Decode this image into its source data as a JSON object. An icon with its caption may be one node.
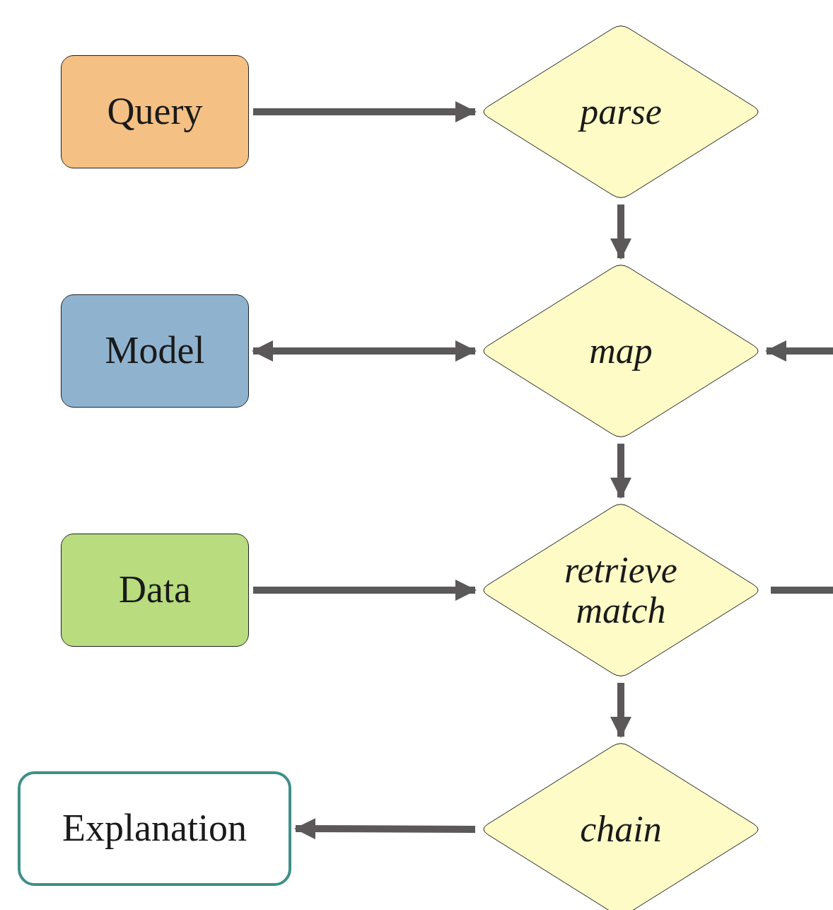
{
  "diagram": {
    "nodes": [
      {
        "text": [
          "Query"
        ]
      },
      {
        "text": [
          "parse"
        ]
      },
      {
        "text": [
          "Model"
        ]
      },
      {
        "text": [
          "map"
        ]
      },
      {
        "text": [
          "Data"
        ]
      },
      {
        "text": [
          "retrieve match"
        ]
      },
      {
        "text": [
          "Explanation"
        ]
      },
      {
        "text": [
          "chain"
        ]
      }
    ],
    "edges": [
      {
        "from": 0,
        "to": 1,
        "arrow": "to"
      },
      {
        "from": 1,
        "to": 3,
        "arrow": "to"
      },
      {
        "from": 2,
        "to": 3,
        "arrow": "both"
      },
      {
        "from": null,
        "to": 3,
        "arrow": "to"
      },
      {
        "from": 3,
        "to": 5,
        "arrow": "to"
      },
      {
        "from": 4,
        "to": 5,
        "arrow": "to"
      },
      {
        "from": 5,
        "to": null,
        "arrow": "none"
      },
      {
        "from": 5,
        "to": 7,
        "arrow": "to"
      },
      {
        "from": 7,
        "to": 6,
        "arrow": "to"
      }
    ]
  }
}
